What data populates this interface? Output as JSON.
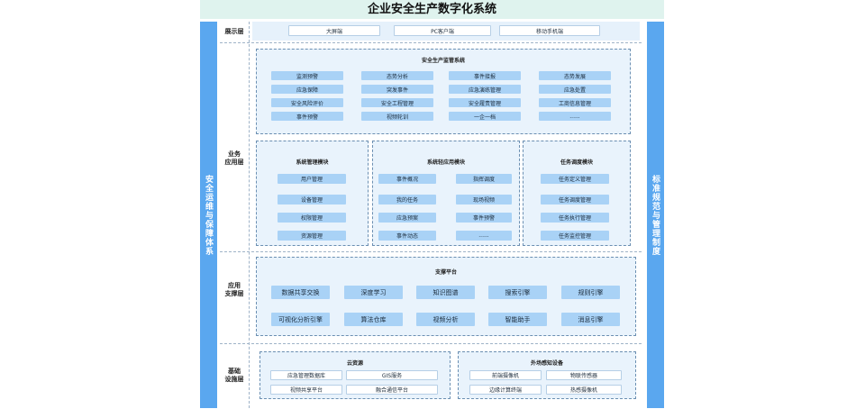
{
  "title": "企业安全生产数字化系统",
  "left_bar": "安全运维与保障体系",
  "right_bar": "标准规范与管理制度",
  "layers": {
    "display": "展示层",
    "business": "业务\n应用层",
    "support": "应用\n支撑层",
    "infra": "基础\n设施层"
  },
  "display_items": [
    "大屏端",
    "PC客户端",
    "移动手机端"
  ],
  "supervision": {
    "title": "安全生产监管系统",
    "items": [
      "监测预警",
      "态势分析",
      "事件接报",
      "态势发展",
      "应急保障",
      "突发事件",
      "应急演练管理",
      "应急处置",
      "安全风险评价",
      "安全工程管理",
      "安全履责管理",
      "工商信息管理",
      "事件预警",
      "视频轮训",
      "一企一档",
      "......"
    ]
  },
  "sys_mgmt": {
    "title": "系统管理模块",
    "items": [
      "用户管理",
      "设备管理",
      "权限管理",
      "资源管理"
    ]
  },
  "sys_light": {
    "title": "系统轻应用模块",
    "items": [
      "事件概况",
      "指挥调度",
      "我的任务",
      "现场视频",
      "应急预案",
      "事件预警",
      "事件动态",
      "......"
    ]
  },
  "task": {
    "title": "任务调度模块",
    "items": [
      "任务定义管理",
      "任务调度管理",
      "任务执行管理",
      "任务监控管理"
    ]
  },
  "support_platform": {
    "title": "支撑平台",
    "items": [
      "数据共享交换",
      "深度学习",
      "知识图谱",
      "搜索引擎",
      "规则引擎",
      "可视化分析引擎",
      "算法仓库",
      "视频分析",
      "智能助手",
      "消息引擎"
    ]
  },
  "cloud": {
    "title": "云资源",
    "items": [
      "应急管理数据库",
      "GIS服务",
      "视频共享平台",
      "融合通信平台"
    ]
  },
  "sensing": {
    "title": "外场感知设备",
    "items": [
      "前端摄像机",
      "物联传感器",
      "边缘计算终端",
      "热感摄像机"
    ]
  },
  "colors": {
    "side_bar": "#5aa7ef",
    "chip": "#a9d2f6",
    "panel_bg": "#e9f3fc",
    "title_bg": "#dff3ee"
  }
}
